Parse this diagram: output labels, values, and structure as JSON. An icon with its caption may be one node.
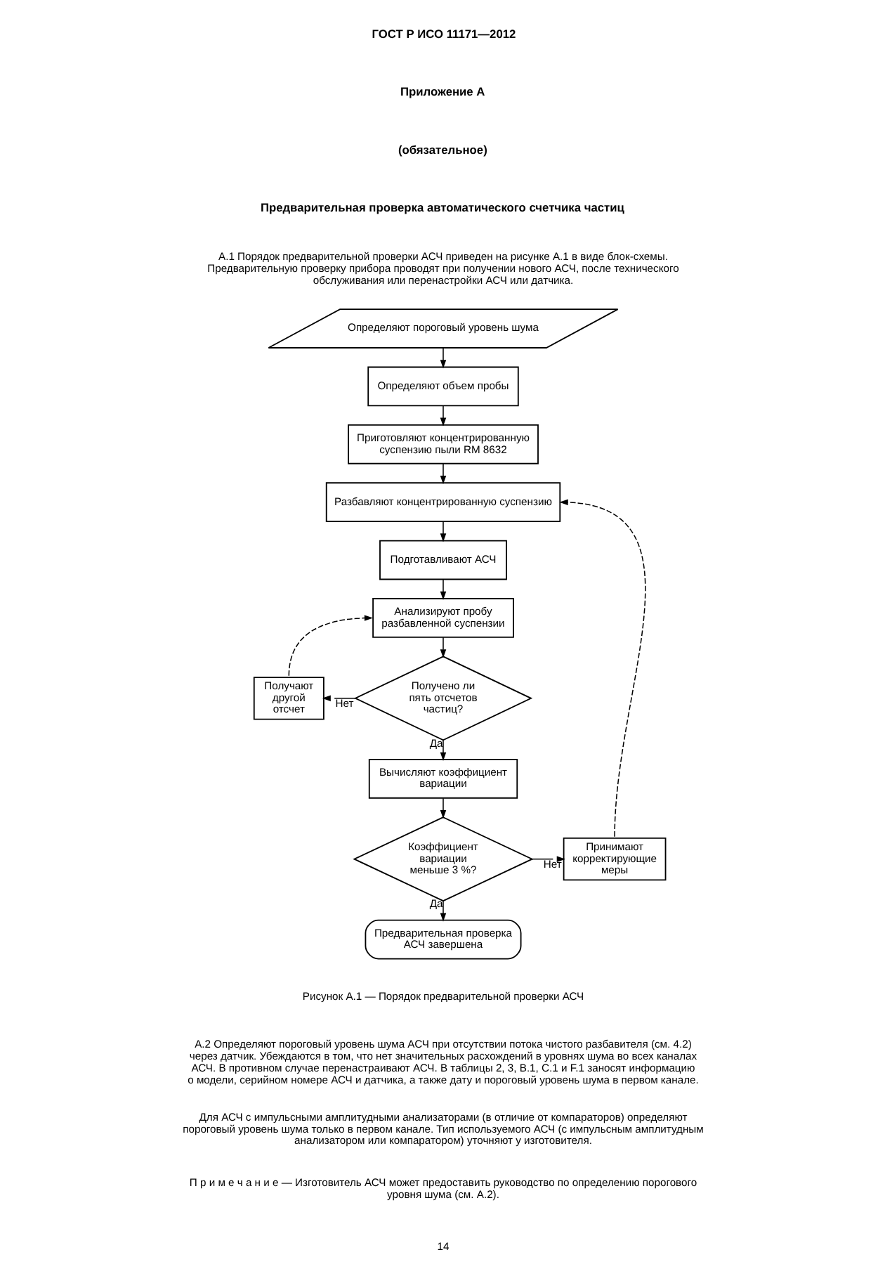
{
  "diagram": {
    "nodes": [
      {
        "text": [
          "Определяют пороговый уровень шума"
        ]
      },
      {
        "text": [
          "Определяют объем пробы"
        ]
      },
      {
        "text": [
          "Приготовляют концентрированную суспензию пыли RM 8632"
        ]
      },
      {
        "text": [
          "Разбавляют концентрированную суспензию"
        ]
      },
      {
        "text": [
          "Подготавливают АСЧ"
        ]
      },
      {
        "text": [
          "Анализируют пробу разбавленной суспензии"
        ]
      },
      {
        "text": [
          "Получено ли пять отсчетов частиц?"
        ]
      },
      {
        "text": [
          "Получают другой отсчет"
        ]
      },
      {
        "text": [
          "Вычисляют коэффициент вариации"
        ]
      },
      {
        "text": [
          "Коэффициент вариации меньше 3 %?"
        ]
      },
      {
        "text": [
          "Принимают корректирующие меры"
        ]
      },
      {
        "text": [
          "Предварительная проверка АСЧ завершена"
        ]
      }
    ],
    "edges": [
      {
        "from": 0,
        "to": 1,
        "arrow": "to"
      },
      {
        "from": 1,
        "to": 2,
        "arrow": "to"
      },
      {
        "from": 2,
        "to": 3,
        "arrow": "to"
      },
      {
        "from": 3,
        "to": 4,
        "arrow": "to"
      },
      {
        "from": 4,
        "to": 5,
        "arrow": "to"
      },
      {
        "from": 5,
        "to": 6,
        "arrow": "to"
      },
      {
        "from": 6,
        "to": 7,
        "arrow": "to",
        "label": "Нет"
      },
      {
        "from": 7,
        "to": 5,
        "arrow": "to",
        "style": "dashed"
      },
      {
        "from": 6,
        "to": 8,
        "arrow": "to",
        "label": "Да"
      },
      {
        "from": 8,
        "to": 9,
        "arrow": "to"
      },
      {
        "from": 9,
        "to": 10,
        "arrow": "to",
        "label": "Нет"
      },
      {
        "from": 10,
        "to": 3,
        "arrow": "to",
        "style": "dashed"
      },
      {
        "from": 9,
        "to": 11,
        "arrow": "to",
        "label": "Да"
      }
    ],
    "labels": [
      "ГОСТ Р ИСО 11171—2012",
      "Приложение А",
      "(обязательное)",
      "Предварительная проверка автоматического счетчика частиц",
      "А.1 Порядок предварительной проверки АСЧ приведен на рисунке А.1 в виде блок-схемы. Предварительную проверку прибора проводят при получении нового АСЧ, после технического обслуживания или перенастройки АСЧ или датчика.",
      "Рисунок А.1 — Порядок предварительной проверки АСЧ",
      "А.2 Определяют пороговый уровень шума АСЧ при отсутствии потока чистого разбавителя (см. 4.2) через датчик. Убеждаются в том, что нет значительных расхождений в уровнях шума во всех каналах АСЧ. В противном случае перенастраивают АСЧ. В таблицы 2, 3, В.1, С.1 и F.1 заносят информацию о модели, серийном номере АСЧ и датчика, а также дату и пороговый уровень шума в первом канале.",
      "Для АСЧ с импульсными амплитудными анализаторами (в отличие от компараторов) определяют пороговый уровень шума только в первом канале. Тип используемого АСЧ (с импульсным амплитудным анализатором или компаратором) уточняют у изготовителя.",
      "П р и м е ч а н и е — Изготовитель АСЧ может предоставить руководство по определению порогового уровня шума (см. А.2).",
      "14"
    ]
  }
}
